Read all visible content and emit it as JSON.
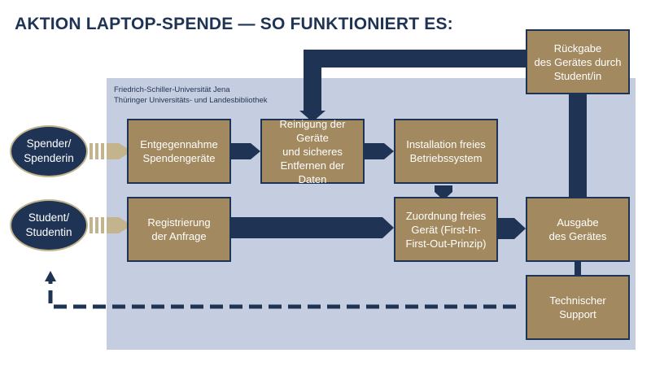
{
  "title": "AKTION LAPTOP-SPENDE — SO FUNKTIONIERT ES:",
  "organization": {
    "line1": "Friedrich-Schiller-Universität Jena",
    "line2": "Thüringer Universitäts- und Landesbibliothek"
  },
  "actors": {
    "donor": {
      "line1": "Spender/",
      "line2": "Spenderin"
    },
    "student": {
      "line1": "Student/",
      "line2": "Studentin"
    }
  },
  "steps": {
    "receive": {
      "line1": "Entgegennahme",
      "line2": "Spendengeräte"
    },
    "clean": {
      "line1": "Reinigung der Geräte",
      "line2": "und sicheres",
      "line3": "Entfernen der Daten"
    },
    "install": {
      "line1": "Installation freies",
      "line2": "Betriebssystem"
    },
    "register": {
      "line1": "Registrierung",
      "line2": "der Anfrage"
    },
    "assign": {
      "line1": "Zuordnung freies",
      "line2": "Gerät (First-In-",
      "line3": "First-Out-Prinzip)"
    },
    "issue": {
      "line1": "Ausgabe",
      "line2": "des Gerätes"
    },
    "return": {
      "line1": "Rückgabe",
      "line2": "des Gerätes durch",
      "line3": "Student/in"
    },
    "support": {
      "line1": "Technischer",
      "line2": "Support"
    }
  },
  "colors": {
    "navy": "#1f3454",
    "gold": "#a2895f",
    "panel": "#c5cde0",
    "arrow_light": "#c4b48e"
  }
}
